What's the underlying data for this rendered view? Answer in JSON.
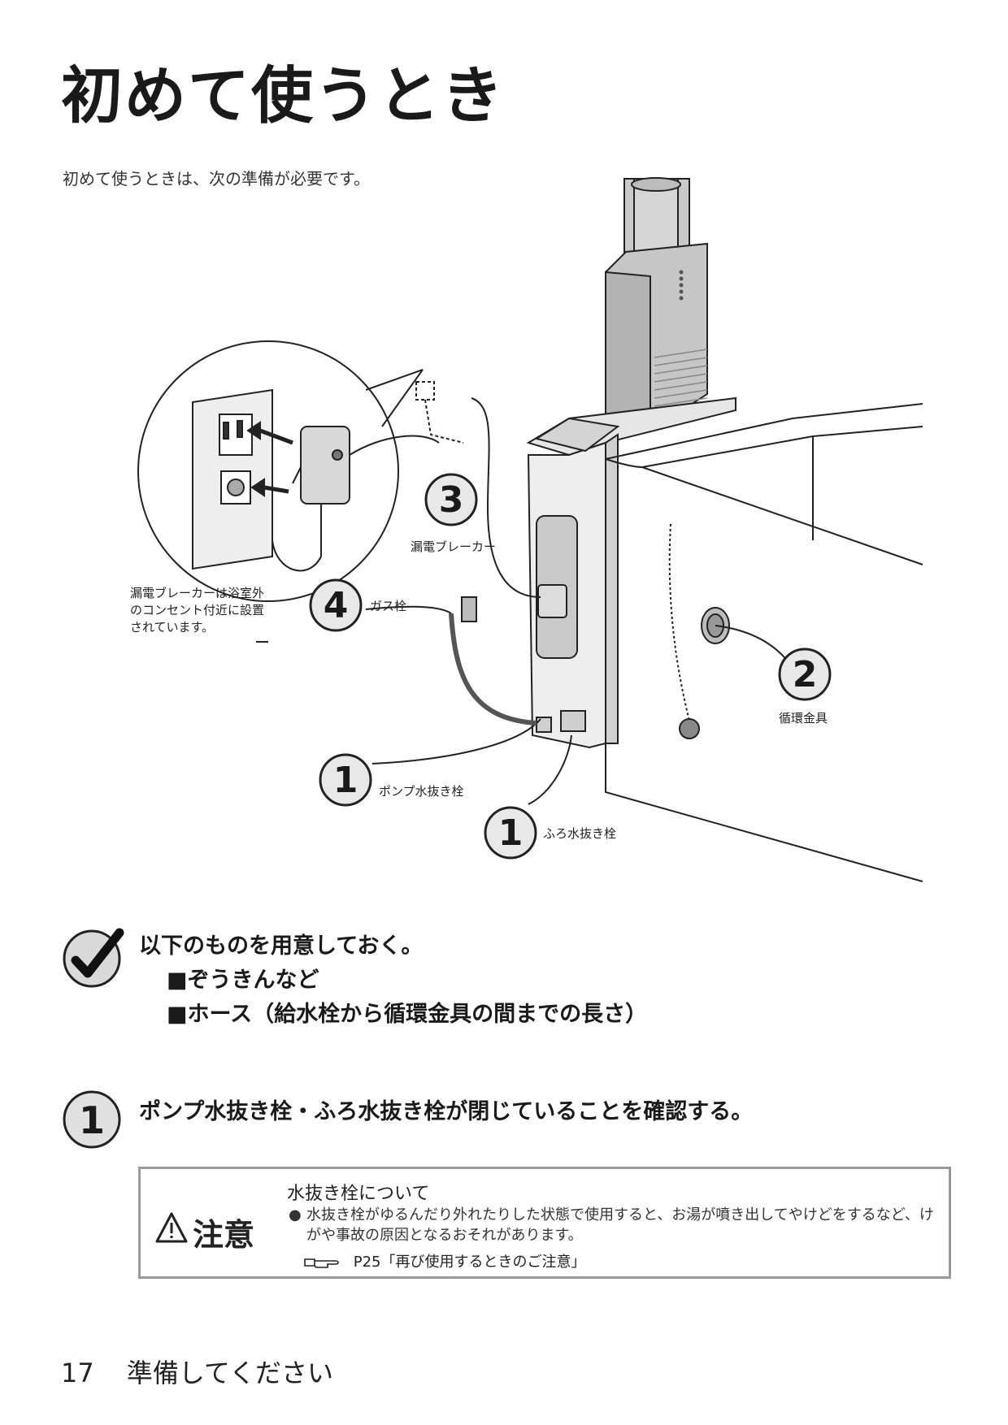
{
  "page": {
    "title": "初めて使うとき",
    "intro": "初めて使うときは、次の準備が必要です。"
  },
  "diagram": {
    "callouts": [
      {
        "number": "3",
        "label": "漏電ブレーカー"
      },
      {
        "number": "2",
        "label": "循環金具"
      },
      {
        "number": "4",
        "label": "ガス栓"
      },
      {
        "number": "1",
        "label": "ポンプ水抜き栓"
      },
      {
        "number": "1",
        "label": "ふろ水抜き栓"
      }
    ],
    "breaker_note": "漏電ブレーカーは浴室外のコンセント付近に設置されています。"
  },
  "checklist": {
    "title": "以下のものを用意しておく。",
    "items": [
      "■ぞうきんなど",
      "■ホース（給水栓から循環金具の間までの長さ）"
    ]
  },
  "step1": {
    "number": "1",
    "text": "ポンプ水抜き栓・ふろ水抜き栓が閉じていることを確認する。"
  },
  "caution": {
    "label": "注意",
    "heading": "水抜き栓について",
    "bullet": "●",
    "body": "水抜き栓がゆるんだり外れたりした状態で使用すると、お湯が噴き出してやけどをするなど、けがや事故の原因となるおそれがあります。",
    "reference": "P25「再び使用するときのご注意」"
  },
  "footer": {
    "page_number": "17",
    "section": "準備してください"
  }
}
